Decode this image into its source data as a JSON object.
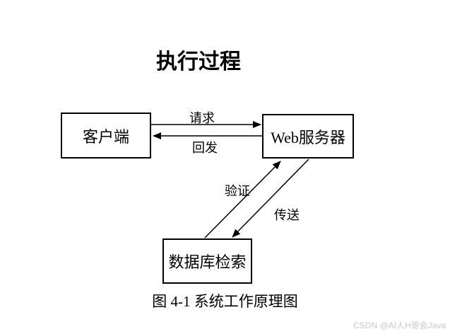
{
  "title": "执行过程",
  "nodes": {
    "client": {
      "label": "客户端"
    },
    "server": {
      "label": "Web服务器"
    },
    "database": {
      "label": "数据库检索"
    }
  },
  "edges": {
    "request": {
      "label": "请求",
      "from": "client",
      "to": "server"
    },
    "postback": {
      "label": "回发",
      "from": "server",
      "to": "client"
    },
    "verify": {
      "label": "验证",
      "from": "database",
      "to": "server"
    },
    "transfer": {
      "label": "传送",
      "from": "server",
      "to": "database"
    }
  },
  "caption": "图 4-1 系统工作原理图",
  "watermark": "CSDN @AI人H哥会Java",
  "colors": {
    "line": "#000000",
    "text": "#000000",
    "background": "#ffffff",
    "watermark": "#c9c9c9"
  }
}
